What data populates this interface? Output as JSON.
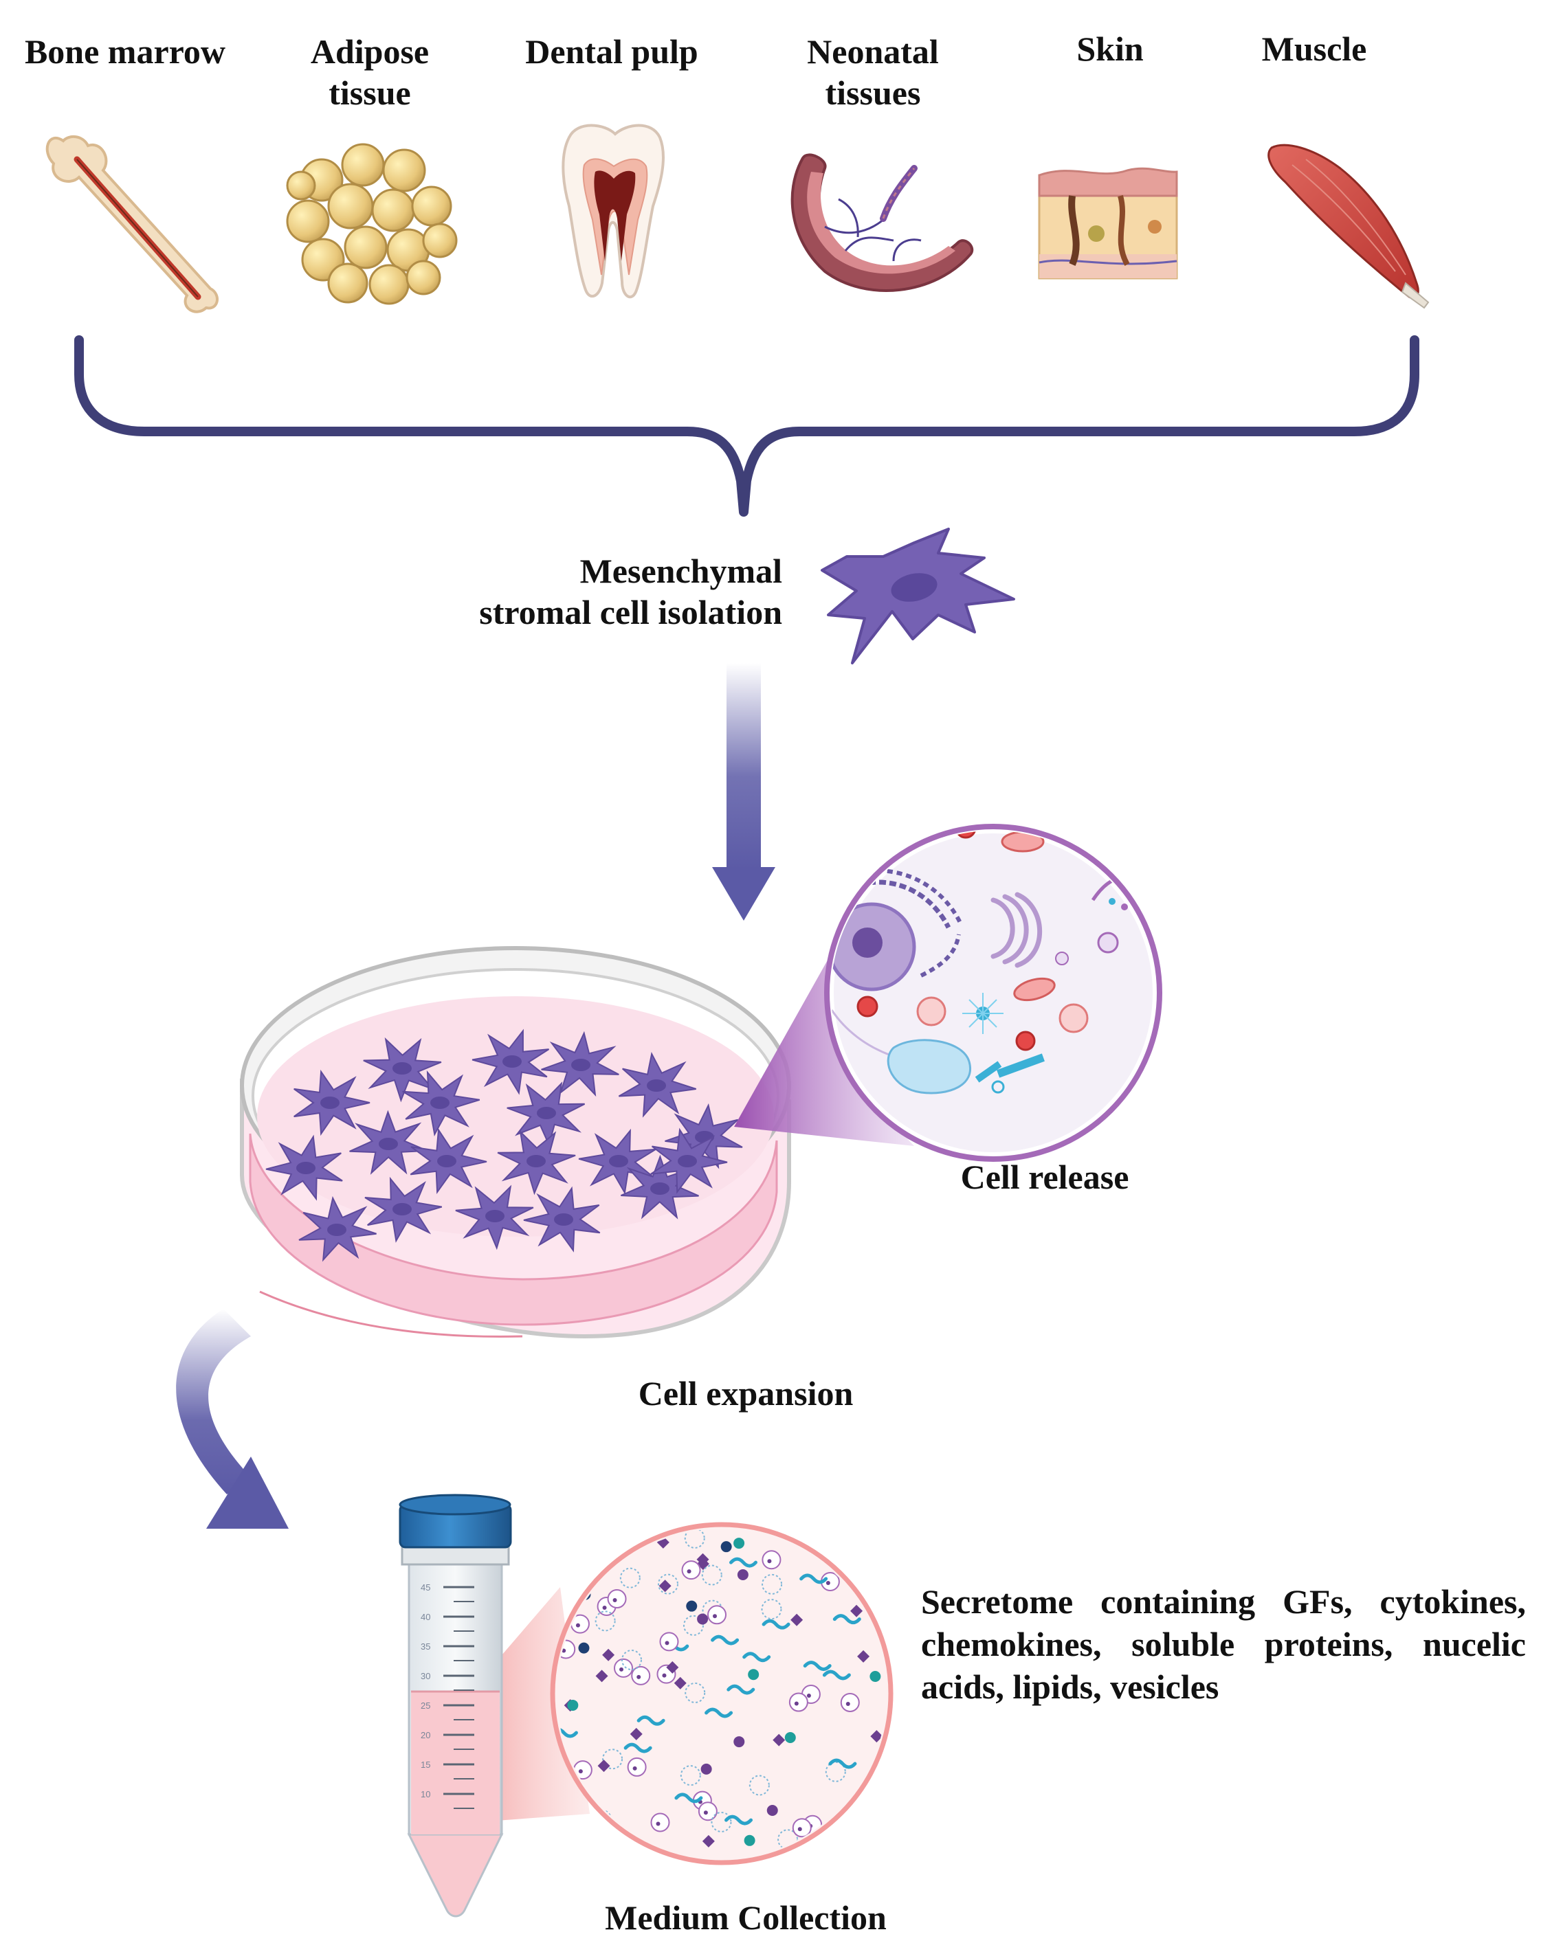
{
  "sources": [
    {
      "label_lines": [
        "Bone marrow"
      ],
      "icon": "bone-icon"
    },
    {
      "label_lines": [
        "Adipose",
        "tissue"
      ],
      "icon": "adipose-icon"
    },
    {
      "label_lines": [
        "Dental pulp"
      ],
      "icon": "tooth-icon"
    },
    {
      "label_lines": [
        "Neonatal",
        "tissues"
      ],
      "icon": "placenta-icon"
    },
    {
      "label_lines": [
        "Skin"
      ],
      "icon": "skin-icon"
    },
    {
      "label_lines": [
        "Muscle"
      ],
      "icon": "muscle-icon"
    }
  ],
  "isolation": {
    "line1": "Mesenchymal",
    "line2": "stromal cell isolation",
    "icon": "stromal-cell-icon"
  },
  "cell_release": {
    "label": "Cell release",
    "icon": "cell-organelles-icon"
  },
  "cell_expansion": {
    "label": "Cell expansion",
    "icon": "petri-dish-icon"
  },
  "medium_collection": {
    "label": "Medium Collection",
    "icon": "centrifuge-tube-icon"
  },
  "secretome": {
    "text": "Secretome containing GFs, cytokines, chemokines, soluble proteins, nucelic acids, lipids, vesicles"
  },
  "tube_ticks": [
    "45",
    "40",
    "35",
    "30",
    "25",
    "20",
    "15",
    "10"
  ],
  "colors": {
    "arrow": "#5b5aa6",
    "brace": "#3f3f77",
    "cell": "#7561b3",
    "dish_medium": "#fce4ec",
    "tube_cap": "#2f79b8"
  }
}
